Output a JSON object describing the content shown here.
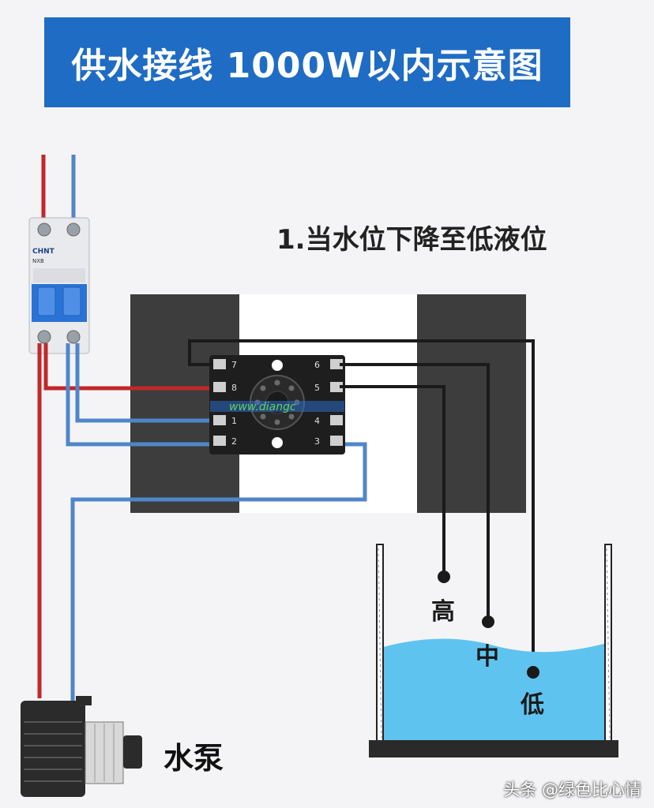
{
  "title": "供水接线 1000W以内示意图",
  "caption": "1.当水位下降至低液位",
  "breaker": {
    "brand": "CHNT",
    "model": "NXB"
  },
  "relay": {
    "pins_top": [
      "7",
      "8",
      "1",
      "2"
    ],
    "pins_right": [
      "6",
      "5",
      "4",
      "3"
    ],
    "watermark": "www.diangc"
  },
  "tank": {
    "probe_labels": {
      "high": "高",
      "mid": "中",
      "low": "低"
    },
    "water_level_fraction": 0.54
  },
  "pump": {
    "label": "水泵"
  },
  "colors": {
    "title_bg": "#1f6cc4",
    "live_wire": "#c0282a",
    "neutral_wire": "#4f86c9",
    "probe_wire": "#1a1a1a",
    "water": "#5fc3f0"
  },
  "footer": {
    "watermark": "头条 @绿色比心情"
  }
}
